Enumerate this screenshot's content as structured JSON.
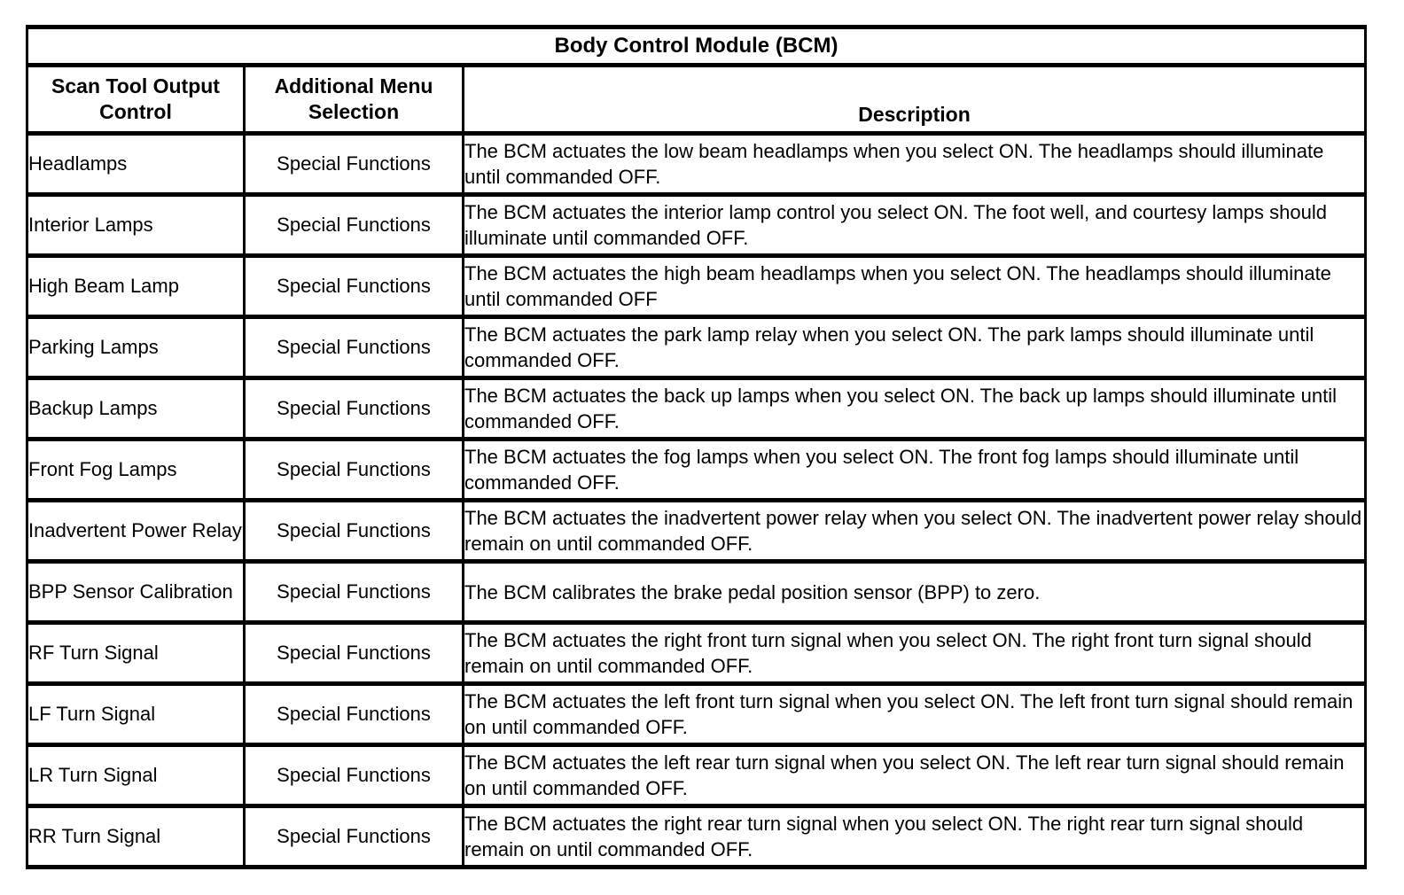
{
  "table": {
    "title": "Body Control Module (BCM)",
    "columns": {
      "control": "Scan Tool Output Control",
      "menu": "Additional Menu Selection",
      "description": "Description"
    },
    "rows": [
      {
        "control": "Headlamps",
        "menu": "Special Functions",
        "description": "The BCM actuates the low beam headlamps when you select ON. The headlamps should illuminate until commanded OFF."
      },
      {
        "control": "Interior Lamps",
        "menu": "Special Functions",
        "description": "The BCM actuates the interior lamp control you select ON. The foot well, and courtesy lamps should illuminate until commanded OFF."
      },
      {
        "control": "High Beam Lamp",
        "menu": "Special Functions",
        "description": "The BCM actuates the high beam headlamps when you select ON. The headlamps should illuminate until commanded OFF"
      },
      {
        "control": "Parking Lamps",
        "menu": "Special Functions",
        "description": "The BCM actuates the park lamp relay when you select ON. The park lamps should illuminate until commanded OFF."
      },
      {
        "control": "Backup Lamps",
        "menu": "Special Functions",
        "description": "The BCM actuates the back up lamps when you select ON. The back up lamps should illuminate until commanded OFF."
      },
      {
        "control": "Front Fog Lamps",
        "menu": "Special Functions",
        "description": "The BCM actuates the fog lamps when you select ON. The front fog lamps should illuminate until commanded OFF."
      },
      {
        "control": "Inadvertent Power Relay",
        "menu": "Special Functions",
        "description": "The BCM actuates the inadvertent power relay when you select ON. The inadvertent power relay should remain on until commanded OFF."
      },
      {
        "control": "BPP Sensor Calibration",
        "menu": "Special Functions",
        "description": "The BCM calibrates the brake pedal position sensor (BPP) to zero."
      },
      {
        "control": "RF Turn Signal",
        "menu": "Special Functions",
        "description": "The BCM actuates the right front turn signal when you select ON. The right front turn signal should remain on until commanded OFF."
      },
      {
        "control": "LF Turn Signal",
        "menu": "Special Functions",
        "description": "The BCM actuates the left front turn signal when you select ON. The left front turn signal should remain on until commanded OFF."
      },
      {
        "control": "LR Turn Signal",
        "menu": "Special Functions",
        "description": "The BCM actuates the left rear turn signal when you select ON. The left rear turn signal should remain on until commanded OFF."
      },
      {
        "control": "RR Turn Signal",
        "menu": "Special Functions",
        "description": "The BCM actuates the right rear turn signal when you select ON. The right rear turn signal should remain on until commanded OFF."
      }
    ],
    "colors": {
      "border": "#000000",
      "text": "#000000",
      "background": "#ffffff"
    }
  }
}
